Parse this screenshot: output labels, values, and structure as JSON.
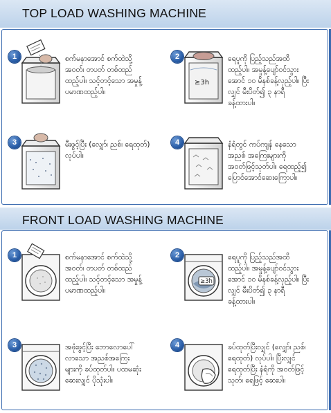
{
  "top_load": {
    "title": "TOP LOAD WASHING MACHINE",
    "steps": [
      {
        "number": "1",
        "text": "စက်မနာအောင် စက်ထဲသို့\nအဝတ်၊ တပတ် တစ်ထည်\nထည့်ပါ။ သင့်တင့်သော အမှုန့်\nပမာဏထည့်ပါ။"
      },
      {
        "number": "2",
        "text": "ရေပူကို ပြည့်သည်အထိ\nထည့်ပါ။ အမှုန့်ပျော်ဝင်သွား\nအောင် ၁၀ မိနစ်ခန့်လှည့်ပါ။ ပြီး\nလျှင် မီးပိတ်၍ ၃ နာရီ\nခန့်ထားပါ။",
        "badge": "≥3h"
      },
      {
        "number": "3",
        "text": "မီးဖွင့်ပြီး (လျှော်၊ ညစ်၊ ရေထုတ်)\nလုပ်ပါ။"
      },
      {
        "number": "4",
        "text": "နံရံတွင် ကပ်ကျန် နေသော\nအညစ် အကြေးများကို\nအဝတ်ဖြင့်သုတ်ပါ။ ရေထည့်၍\nပြောင်အောင်ဆေးကြောပါ။"
      }
    ]
  },
  "front_load": {
    "title": "FRONT LOAD WASHING MACHINE",
    "steps": [
      {
        "number": "1",
        "text": "စက်မနာအောင် စက်ထဲသို့\nအဝတ်၊ တပတ် တစ်ထည်\nထည့်ပါ။ သင့်တင့်သော အမှုန့်\nပမာဏထည့်ပါ။"
      },
      {
        "number": "2",
        "text": "ရေပူကို ပြည့်သည်အထိ\nထည့်ပါ။ အမှုန့်ပျော်ဝင်သွား\nအောင် ၁၀ မိနစ်ခန့်လှည့်ပါ။ ပြီး\nလျှင် မီးပိတ်၍ ၃ နာရီ\nခန့်ထားပါ။",
        "badge": "≥3h"
      },
      {
        "number": "3",
        "text": "အဖုံးဖွင့်ပြီး ဘောလောပေါ်\nလာသော အညစ်အကြေး\nများကို ခပ်ထုတ်ပါ။ ပထမဆုံး\nဆေးလျှင် ပိုသုံးပါ။"
      },
      {
        "number": "4",
        "text": "ခပ်ထုတ်ပြီးလျှင် (လျှော်၊ ညစ်၊\nရေထုတ်) လုပ်ပါ။ ပြီးလျှင်\nရေထုတ်ပြီး နံရံကို အဝတ်ဖြင့်\nသုတ်၊ ရေဖြင့် ဆေးပါ။"
      }
    ]
  }
}
